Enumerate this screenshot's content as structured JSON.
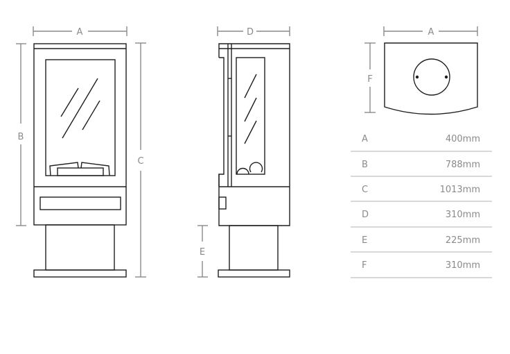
{
  "labels": {
    "front_width": "A",
    "front_body_height": "B",
    "front_total_height": "C",
    "side_depth": "D",
    "side_pedestal_height": "E",
    "top_width": "A",
    "top_depth": "F"
  },
  "dimensions": [
    {
      "label": "A",
      "value": "400mm"
    },
    {
      "label": "B",
      "value": "788mm"
    },
    {
      "label": "C",
      "value": "1013mm"
    },
    {
      "label": "D",
      "value": "310mm"
    },
    {
      "label": "E",
      "value": "225mm"
    },
    {
      "label": "F",
      "value": "310mm"
    }
  ]
}
